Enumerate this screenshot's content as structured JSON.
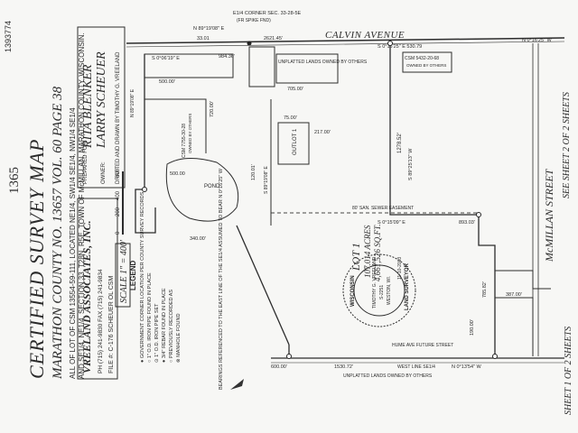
{
  "doc_number": "1393774",
  "page_stamp": "1365",
  "title": {
    "main": "CERTIFIED SURVEY MAP",
    "county_line": "MARATHON COUNTY NO. 13657 VOL. 60 PAGE 38",
    "desc1": "ALL OF LOT OF CSM 13554-59-111, LOCATED NE1/4, SW1/4 SE1/4, NW1/4 SE1/4",
    "desc2": "AND SE1/4, NE1/4, SECTION 33, T28N, R5E, TOWN OF McMILLAN, MARATHON COUNTY, WISCONSIN."
  },
  "prepared_for": {
    "label": "PREPARED FOR:",
    "name1": "RITA BLENKER",
    "name2": "LARRY SCHEUER",
    "owner_label": "OWNER:",
    "drafted": "DRAFTED AND DRAWN BY TIMOTHY G. VREELAND"
  },
  "firm": {
    "name": "VREELAND ASSOCIATES, INC.",
    "addr": "PH (715) 241-9830  FAX (715) 241-9834",
    "file": "FILE #: C-176 SCHEUER OL CSM"
  },
  "scale": {
    "label": "SCALE 1\" = 400'",
    "ticks": [
      "0",
      "200",
      "400",
      "800"
    ]
  },
  "legend": {
    "title": "LEGEND",
    "items": [
      "● GOVERNMENT CORNER LOCATION PER COUNTY SURVEY RECORDS",
      "○ 1\" O.D. IRON PIPE FOUND IN PLACE",
      "⊙ 1\" O.D. IRON PIPE SET",
      "● 3/4\" REBAR FOUND IN PLACE",
      "○ PREVIOUSLY RECORDED AS",
      "⊗ MANHOLE FOUND"
    ]
  },
  "bearings_note": "BEARINGS REFERENCED TO THE EAST LINE OF THE SE1/4 ASSUMED TO BEAR N 0°16'25\" W",
  "street": "CALVIN AVENUE",
  "mcmillan": "McMILLAN STREET",
  "see_sheet": "SEE SHEET 2 OF 2 SHEETS",
  "sheet_of": "SHEET 1 OF 2 SHEETS",
  "lot": {
    "name": "LOT 1",
    "acres": "107.014 ACRES",
    "sqft": "4,661,526 SQ.FT."
  },
  "corner_label": "E1/4 CORNER SEC. 33-28-5E",
  "corner_sub": "(FR SPIKE FND)",
  "dims": {
    "top_left": "N 89°19'08\" E",
    "d1": "33.01",
    "d2": "2621.45'",
    "d3": "S 0°16'25\" E 530.79",
    "d4": "984.36'",
    "d5": "500.00'",
    "d6": "705.00'",
    "d7": "1278.52'",
    "d8": "893.03'",
    "d9": "1530.72'",
    "d10": "600.00'",
    "d11": "387.00'",
    "d12": "190.00'",
    "d13": "500.00",
    "d14": "340.00'",
    "d15": "120.01'",
    "d16": "N 0°16'25\" W",
    "d17": "S 0°06'19\" E",
    "d18": "S 0°15'09\" E",
    "d19": "N 0°13'54\" W",
    "d20": "S 89°25'13\" W",
    "d21": "N 89°19'08\" E",
    "d22": "S 89°19'08\" E",
    "d23": "217.00'",
    "d24": "75.00'",
    "d25": "785.82'",
    "d26": "720.00'"
  },
  "labels": {
    "unplatted_top": "UNPLATTED LANDS OWNED BY OTHERS",
    "csm_right": "CSM 5432-20-68",
    "csm_left": "CSM 7755-30-28",
    "owned": "OWNED BY OTHERS",
    "pond": "POND",
    "outlot": "OUTLOT 1",
    "easement": "80' SAN. SEWER EASEMENT",
    "west_line": "WEST LINE SE1/4",
    "unplatted_bottom": "UNPLATTED LANDS OWNED BY OTHERS",
    "hume": "HUME AVE FUTURE STREET",
    "seal_name": "TIMOTHY G. VREELAND",
    "seal_num": "S-2251",
    "seal_city": "WESTON, WI.",
    "seal_ring": "WISCONSIN",
    "seal_ring2": "LAND SURVEYOR",
    "seal_date": "11-10-2003"
  }
}
